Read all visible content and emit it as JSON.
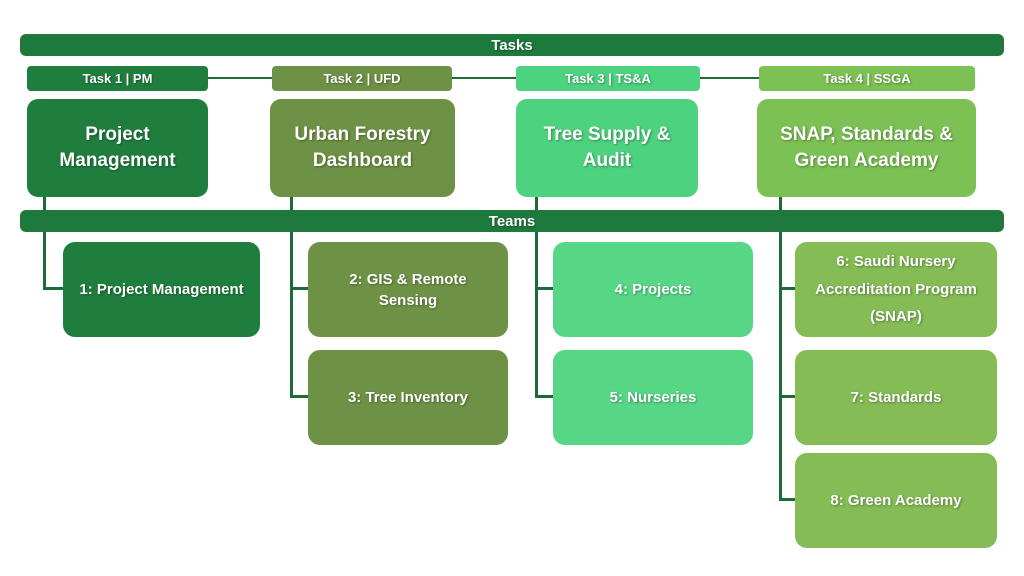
{
  "palette": {
    "background": "#FFFFFF",
    "bar": "#1E7A3C",
    "dark": "#1F7E3E",
    "olive": "#6E9245",
    "mint": "#4DD27F",
    "lime": "#7CC153",
    "mint-light": "#57D786",
    "lime-soft": "#85BC55",
    "line": "#1D6B39",
    "text": "#FFFFFF"
  },
  "bars": {
    "tasks_label": "Tasks",
    "teams_label": "Teams"
  },
  "tasks": [
    {
      "tab_label": "Task 1 | PM",
      "box_title": "Project Management"
    },
    {
      "tab_label": "Task 2 | UFD",
      "box_title": "Urban Forestry Dashboard"
    },
    {
      "tab_label": "Task 3 | TS&A",
      "box_title": "Tree Supply & Audit"
    },
    {
      "tab_label": "Task 4 | SSGA",
      "box_title": "SNAP, Standards & Green Academy"
    }
  ],
  "teams": [
    {
      "label": "1: Project Management"
    },
    {
      "label": "2: GIS & Remote Sensing"
    },
    {
      "label": "3: Tree Inventory"
    },
    {
      "label": "4: Projects"
    },
    {
      "label": "5: Nurseries"
    },
    {
      "label": "6: Saudi Nursery Accreditation Program (SNAP)"
    },
    {
      "label": "7: Standards"
    },
    {
      "label": "8: Green Academy"
    }
  ]
}
